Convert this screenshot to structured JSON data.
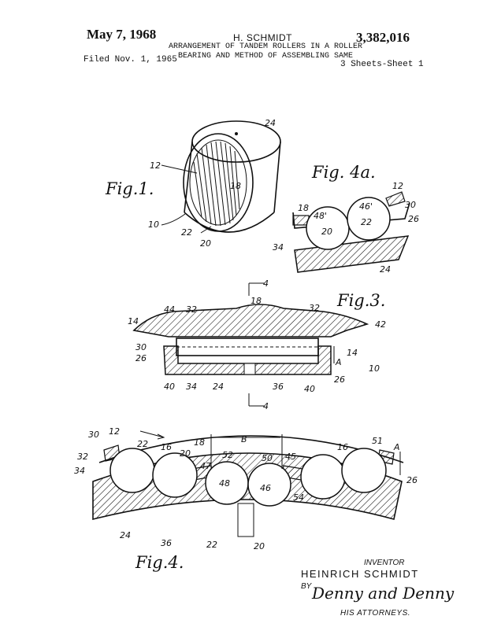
{
  "header": {
    "date": "May 7, 1968",
    "inventor": "H. SCHMIDT",
    "patent_number": "3,382,016",
    "title_line1": "ARRANGEMENT OF TANDEM ROLLERS IN A ROLLER",
    "title_line2": "BEARING AND METHOD OF ASSEMBLING SAME",
    "filed": "Filed Nov. 1, 1965",
    "sheet": "3 Sheets-Sheet 1"
  },
  "figures": {
    "fig1": "Fig.1.",
    "fig4a": "Fig. 4a.",
    "fig3": "Fig.3.",
    "fig4": "Fig.4."
  },
  "labels": {
    "fig1": [
      "24",
      "12",
      "18",
      "10",
      "22",
      "20"
    ],
    "fig4a": [
      "12",
      "18",
      "48'",
      "46'",
      "30",
      "26",
      "20",
      "22",
      "34",
      "24"
    ],
    "fig3": [
      "4",
      "4",
      "18",
      "44",
      "32",
      "32",
      "14",
      "42",
      "30",
      "26",
      "14",
      "A",
      "10",
      "40",
      "34",
      "24",
      "36",
      "40",
      "26"
    ],
    "fig4": [
      "30",
      "12",
      "22",
      "16",
      "20",
      "18",
      "B",
      "52",
      "50",
      "45",
      "16",
      "51",
      "A",
      "32",
      "47",
      "48",
      "46",
      "54",
      "26",
      "34",
      "24",
      "36",
      "22",
      "20"
    ]
  },
  "signature": {
    "role": "INVENTOR",
    "name": "HEINRICH SCHMIDT",
    "by": "BY",
    "script": "Denny and Denny",
    "attorneys": "HIS ATTORNEYS."
  }
}
